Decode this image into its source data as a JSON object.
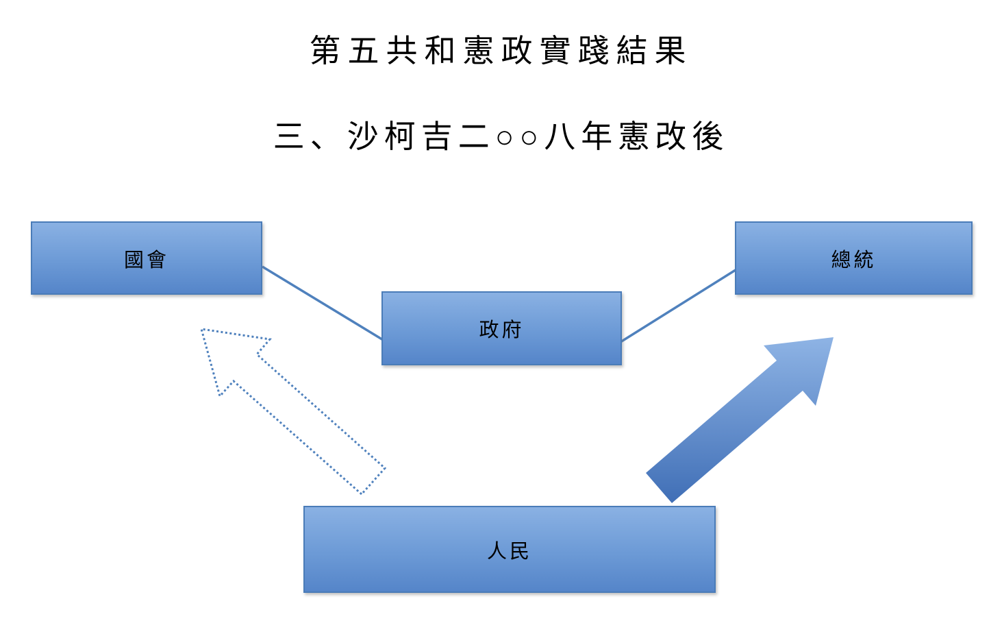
{
  "page": {
    "title": "第五共和憲政實踐結果",
    "subtitle": "三、沙柯吉二○○八年憲改後"
  },
  "boxes": {
    "parliament": {
      "label": "國會"
    },
    "president": {
      "label": "總統"
    },
    "government": {
      "label": "政府"
    },
    "people": {
      "label": "人民"
    }
  },
  "arrows": {
    "dotted": {
      "from": "人民",
      "to": "國會",
      "style": "dotted-outline"
    },
    "solid": {
      "from": "人民",
      "to": "總統",
      "style": "solid-gradient"
    }
  },
  "connectors": [
    {
      "from": "國會",
      "to": "政府"
    },
    {
      "from": "政府",
      "to": "總統"
    }
  ],
  "colors": {
    "box_fill_top": "#8AB1E3",
    "box_fill_mid": "#6C9AD6",
    "box_fill_bottom": "#5585C9",
    "box_border": "#4A7CB8",
    "connector": "#4F81BD",
    "dotted_arrow_border": "#4F81BD",
    "solid_arrow_top": "#92B7E7",
    "solid_arrow_bottom": "#3E6DB5"
  }
}
